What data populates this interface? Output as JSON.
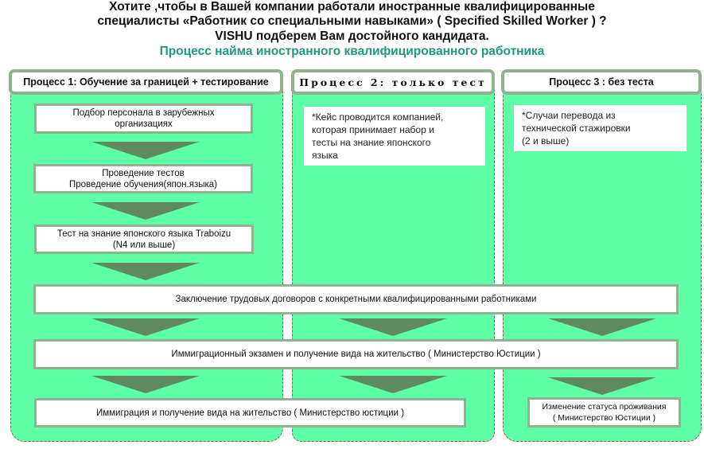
{
  "header": {
    "line1": "Хотите ,чтобы в Вашей компании работали иностранные квалифицированные",
    "line2": "специалисты «Работник со специальными навыками» ( Specified Skilled Worker ) ?",
    "line3": "VISHU подберем Вам достойного кандидата.",
    "subtitle": "Процесс найма иностранного квалифицированного работника"
  },
  "columns": [
    {
      "title": "Процесс 1: Обучение за границей + тестирование",
      "steps": [
        "Подбор персонала в зарубежных\nорганизациях",
        "Проведение тестов\nПроведение обучения(япон.языка)",
        "Тест на знание японского языка Traboizu\n(N4 или выше)"
      ]
    },
    {
      "title": "Процесс 2: только тест",
      "note": "*Кейс проводится компанией,\nкоторая принимает набор и\nтесты на знание японского\nязыка"
    },
    {
      "title": "Процесс 3 : без теста",
      "note": "*Случаи перевода из\nтехнической стажировки\n(2 и выше)"
    }
  ],
  "shared_steps": {
    "contract": "Заключение трудовых договоров с конкретными квалифицированными работниками",
    "immigration_exam": "Иммиграционный экзамен и получение вида на жительство ( Министерство Юстиции )",
    "immigration": "Иммиграция и получение вида на жительство ( Министерство юстиции )",
    "status_change": "Изменение статуса проживания\n( Министерство Юстиции )"
  },
  "colors": {
    "panel": "#5fffa8",
    "arrow": "#5f8a60",
    "border": "#8fb28f",
    "subtitle": "#1f9a78"
  }
}
